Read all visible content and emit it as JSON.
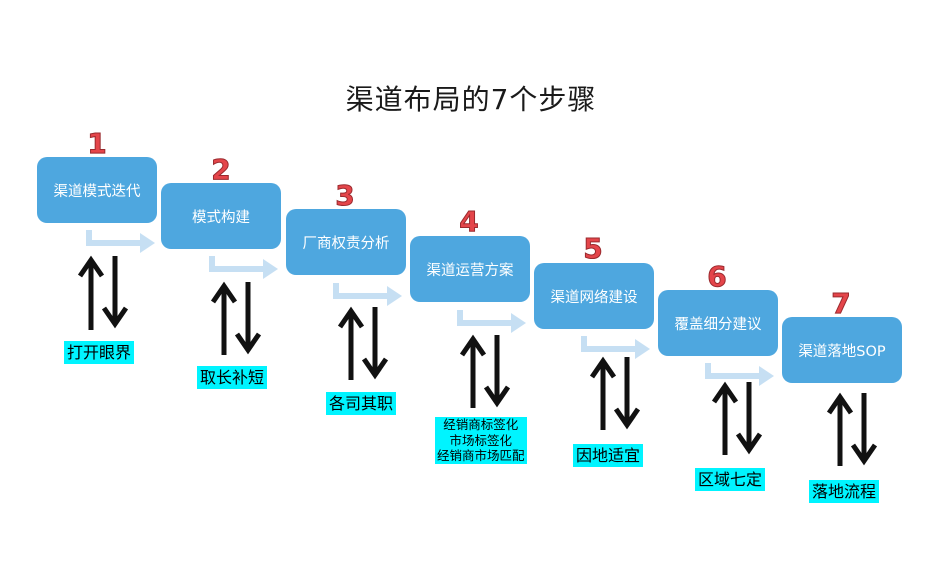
{
  "title": "渠道布局的7个步骤",
  "colors": {
    "box": "#4ea7df",
    "number": "#e4454a",
    "label_bg": "#00f4ff",
    "connector": "#c6dff3",
    "arrow": "#111111"
  },
  "steps": [
    {
      "num": "1",
      "name": "渠道模式迭代",
      "labels": [
        "打开眼界"
      ]
    },
    {
      "num": "2",
      "name": "模式构建",
      "labels": [
        "取长补短"
      ]
    },
    {
      "num": "3",
      "name": "厂商权责分析",
      "labels": [
        "各司其职"
      ]
    },
    {
      "num": "4",
      "name": "渠道运营方案",
      "labels": [
        "经销商标签化",
        "市场标签化",
        "经销商市场匹配"
      ]
    },
    {
      "num": "5",
      "name": "渠道网络建设",
      "labels": [
        "因地适宜"
      ]
    },
    {
      "num": "6",
      "name": "覆盖细分建议",
      "labels": [
        "区域七定"
      ]
    },
    {
      "num": "7",
      "name": "渠道落地SOP",
      "labels": [
        "落地流程"
      ]
    }
  ]
}
